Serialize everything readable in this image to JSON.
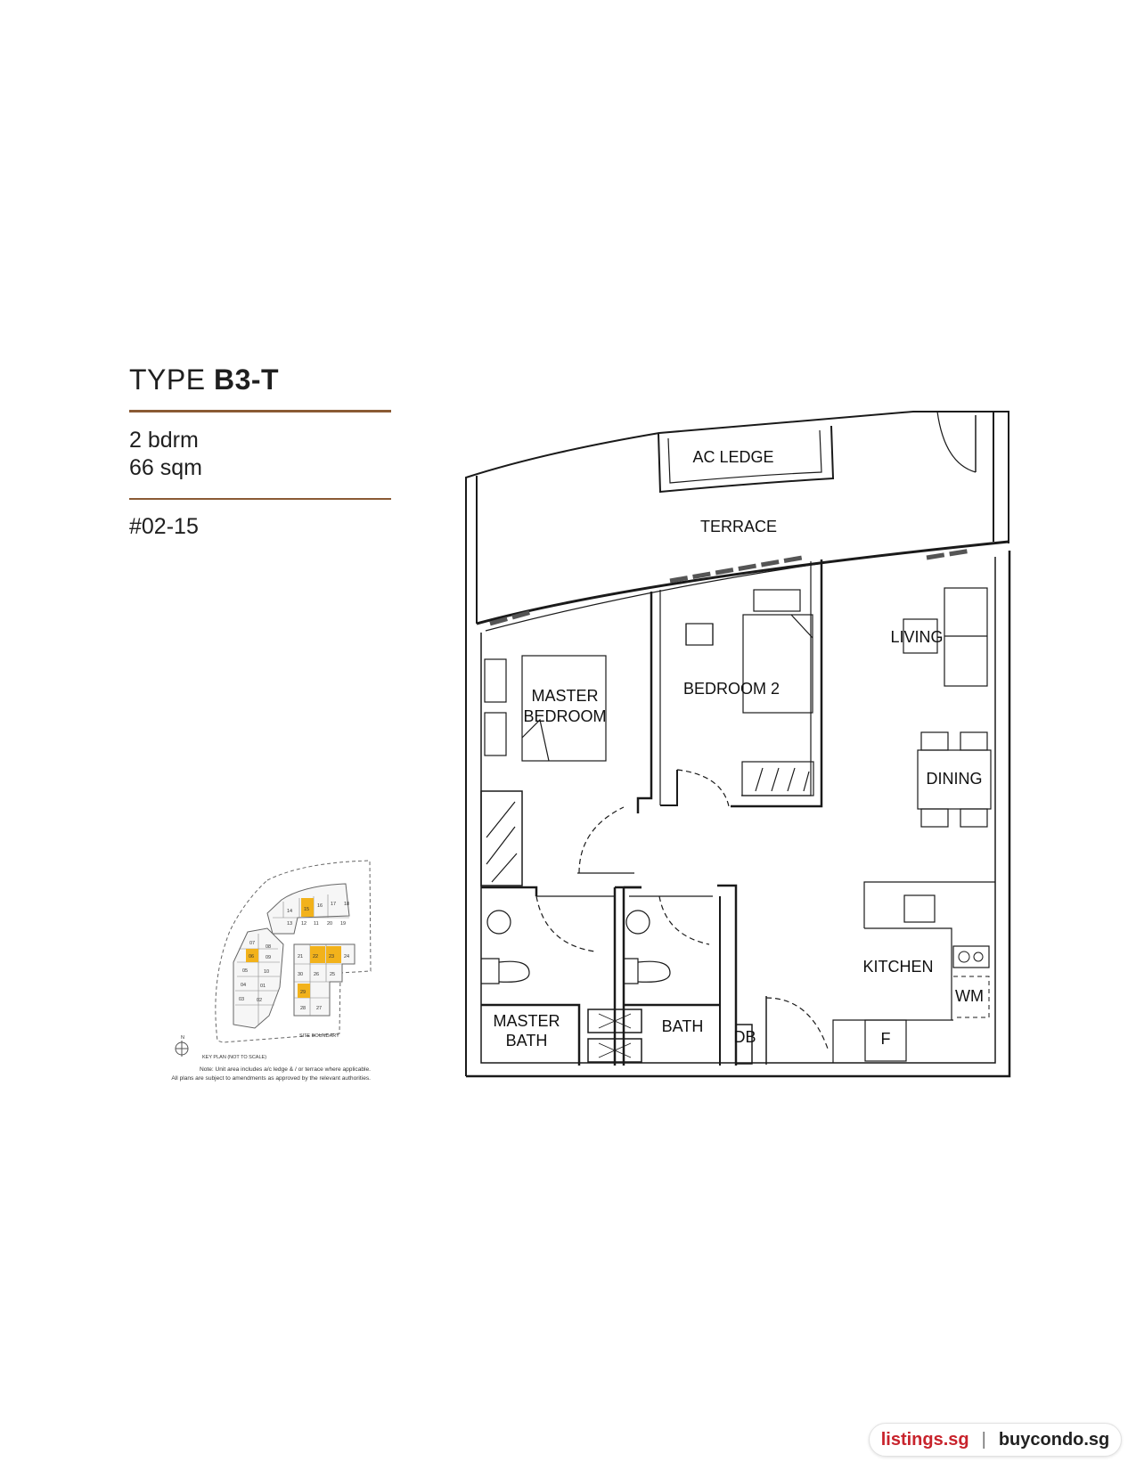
{
  "unit_type": {
    "prefix": "TYPE",
    "code": "B3-T"
  },
  "specs": {
    "bedrooms": "2 bdrm",
    "area": "66 sqm"
  },
  "unit_number": "#02-15",
  "rooms": {
    "ac_ledge": "AC LEDGE",
    "terrace": "TERRACE",
    "living": "LIVING",
    "master_bedroom_1": "MASTER",
    "master_bedroom_2": "BEDROOM",
    "bedroom2": "BEDROOM 2",
    "dining": "DINING",
    "kitchen": "KITCHEN",
    "wm": "WM",
    "fridge": "F",
    "master_bath_1": "MASTER",
    "master_bath_2": "BATH",
    "bath": "BATH",
    "db": "DB"
  },
  "key_plan": {
    "highlighted_units": [
      "15",
      "06",
      "22",
      "23",
      "29"
    ],
    "unit_labels": [
      "14",
      "15",
      "16",
      "17",
      "18",
      "13",
      "12",
      "11",
      "20",
      "19",
      "07",
      "08",
      "06",
      "09",
      "05",
      "10",
      "04",
      "01",
      "03",
      "02",
      "21",
      "22",
      "23",
      "24",
      "30",
      "26",
      "25",
      "29",
      "28",
      "27"
    ],
    "north": "N",
    "title": "KEY PLAN (NOT TO SCALE)",
    "site_boundary": "SITE BOUNDARY",
    "note_1": "Note: Unit area includes a/c ledge & / or terrace where applicable.",
    "note_2": "All plans are subject to amendments as approved by the relevant authorities.",
    "highlight_color": "#f2b21b"
  },
  "watermark": {
    "left": "listings.sg",
    "sep": "|",
    "right": "buycondo.sg",
    "left_color": "#c8232c"
  }
}
